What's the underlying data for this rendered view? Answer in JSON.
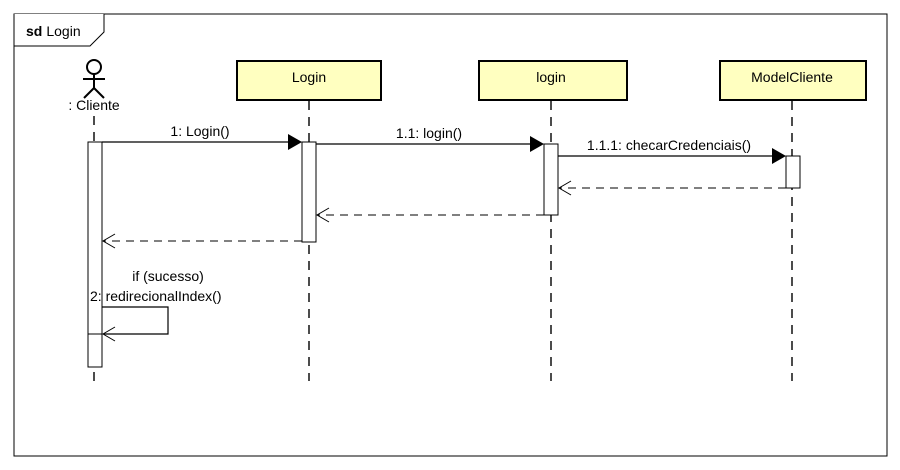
{
  "frame": {
    "keyword": "sd",
    "name": "Login"
  },
  "participants": [
    {
      "id": "cliente",
      "kind": "actor",
      "label": ": Cliente"
    },
    {
      "id": "login_view",
      "kind": "object",
      "label": "Login"
    },
    {
      "id": "login_ctrl",
      "kind": "object",
      "label": "login"
    },
    {
      "id": "model",
      "kind": "object",
      "label": "ModelCliente"
    }
  ],
  "messages": [
    {
      "label": "1: Login()"
    },
    {
      "label": "1.1: login()"
    },
    {
      "label": "1.1.1: checarCredenciais()"
    },
    {
      "label": ""
    },
    {
      "label": ""
    },
    {
      "label": ""
    },
    {
      "label": "if (sucesso)\n2: redirecionalIndex()",
      "guard": "if (sucesso)",
      "call": "2: redirecionalIndex()"
    }
  ],
  "colors": {
    "object_fill": "#ffffc0",
    "line": "#000000",
    "background": "#ffffff"
  }
}
